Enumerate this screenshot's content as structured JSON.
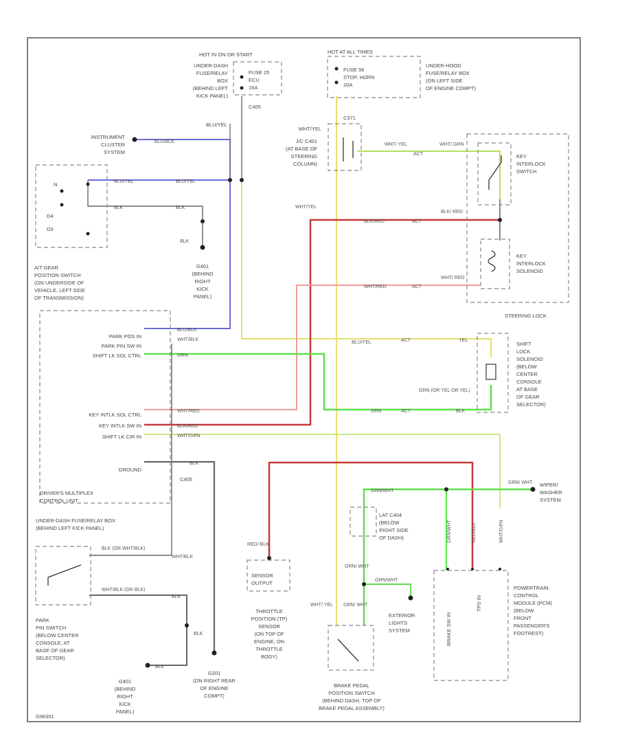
{
  "diagram": {
    "corner_code": "G96301",
    "components": {
      "hot_in_run": "HOT IN ON OR START",
      "fuse_box_left": [
        "UNDER-DASH",
        "FUSE/RELAY",
        "BOX",
        "(BEHIND LEFT",
        "KICK PANEL)"
      ],
      "fuse_25": [
        "FUSE 25",
        "ECU",
        "15A"
      ],
      "hot_at_all_times": "HOT AT ALL TIMES",
      "fuse_56": [
        "FUSE 56",
        "STOP, HORN",
        "20A"
      ],
      "fuse_box_engine": [
        "UNDER-HOOD",
        "FUSE/RELAY BOX",
        "(ON LEFT SIDE",
        "OF ENGINE COMPT)"
      ],
      "instrument_cluster": [
        "INSTRUMENT",
        "CLUSTER",
        "SYSTEM"
      ],
      "gear_position_switch": [
        "A/T GEAR",
        "POSITION SWITCH",
        "(ON UNDERSIDE OF",
        "VEHICLE, LEFT SIDE",
        "OF TRANSMISSION)"
      ],
      "gear_letters": [
        "N",
        "D4",
        "D3"
      ],
      "ground_g401": [
        "G401",
        "(BEHIND",
        "RIGHT",
        "KICK",
        "PANEL)"
      ],
      "c371": "C371",
      "c401": "C401",
      "jc_c401": [
        "J/C C401",
        "(AT BASE OF",
        "STEERING",
        "COLUMN)"
      ],
      "key_interlock_switch": [
        "KEY",
        "INTERLOCK",
        "SWITCH"
      ],
      "key_interlock_solenoid": [
        "KEY",
        "INTERLOCK",
        "SOLENOID"
      ],
      "steering_lock": "STEERING LOCK",
      "shift_lock_solenoid": [
        "SHIFT",
        "LOCK",
        "SOLENOID",
        "(BELOW",
        "CENTER",
        "CONSOLE",
        "AT BASE",
        "OF GEAR",
        "SELECTOR)"
      ],
      "dmcu_pins": [
        "PARK POS IN",
        "PARK PIN SW IN",
        "SHIFT LK SOL CTRL",
        "KEY INTLK SOL CTRL",
        "KEY INTLK SW IN",
        "SHIFT LK CIR IN",
        "GROUND"
      ],
      "dmcu": [
        "DRIVER'S MULTIPLEX",
        "CONTROL UNIT"
      ],
      "dmcu_location": [
        "UNDER-DASH FUSE/RELAY BOX",
        "(BEHIND LEFT KICK PANEL)"
      ],
      "c405": "C405",
      "park_pin_switch": [
        "PARK",
        "PIN SWITCH",
        "(BELOW CENTER",
        "CONSOLE, AT",
        "BASE OF GEAR",
        "SELECTOR)"
      ],
      "ground_g401b": [
        "G401",
        "(BEHIND",
        "RIGHT",
        "KICK",
        "PANEL)"
      ],
      "g201": [
        "G201",
        "(ON RIGHT REAR",
        "OF ENGINE",
        "COMPT)"
      ],
      "tp_sensor": [
        "THROTTLE",
        "POSITION (TP)",
        "SENSOR",
        "(ON TOP OF",
        "ENGINE, ON",
        "THROTTLE",
        "BODY)"
      ],
      "sensor_output": [
        "SENSOR",
        "OUTPUT"
      ],
      "lat_c404": [
        "LAT C404",
        "(BELOW",
        "RIGHT SIDE",
        "OF DASH)"
      ],
      "exterior_lights": [
        "EXTERIOR",
        "LIGHTS",
        "SYSTEM"
      ],
      "wiper_washer": [
        "WIPER/",
        "WASHER",
        "SYSTEM"
      ],
      "brake_switch": [
        "BRAKE PEDAL",
        "POSITION SWITCH",
        "(BEHIND DASH, TOP OF",
        "BRAKE PEDAL ASSEMBLY)"
      ],
      "pcm": [
        "POWERTRAIN",
        "CONTROL",
        "MODULE (PCM)",
        "(BELOW",
        "FRONT",
        "PASSENGER'S",
        "FOOTREST)"
      ],
      "pcm_pins": [
        "BRAKE SW IN",
        "TPS IN"
      ]
    },
    "wires": {
      "blu_yel": "BLU/YEL",
      "blu_blk": "BLU/BLK",
      "blk": "BLK",
      "wht_yel": "WHT/YEL",
      "wht_grn": "WHT/ GRN",
      "wht_yel_pair": "WHT/ YEL",
      "blk_red": "BLK/ RED",
      "blk_red_in": "BLK/RED",
      "wht_red": "WHT/RED",
      "wht_red_pair": "WHT/ RED",
      "yel": "YEL",
      "grn": "GRN",
      "grn_or_yel": "GRN (OR YEL OR YEL)",
      "wht_grn_in": "WHT/GRN",
      "wht_blk": "WHT/BLK",
      "blk_or_wht_blk": "BLK (OR WHT/BLK)",
      "wht_blk_or_blk": "WHT/BLK (OR BLK)",
      "red_blk": "RED/ BLK",
      "grn_wht": "GRN/ WHT",
      "grn_wht_run": "GRN/WHT",
      "wht_yel_run": "WHT/ YEL",
      "grn_wht_b": "GRN/ WHT",
      "act": "ACT",
      "red_blk_vert": "RED/BLK"
    }
  }
}
